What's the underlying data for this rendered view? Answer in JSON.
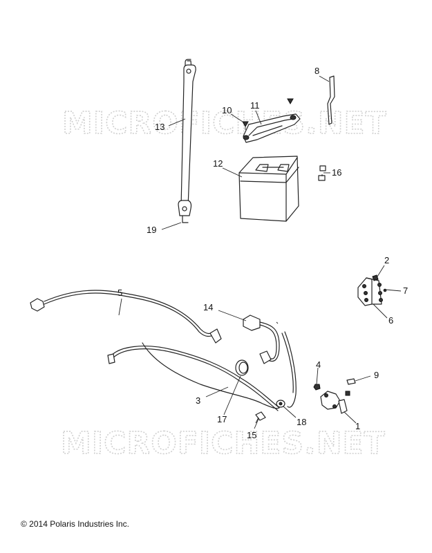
{
  "watermarks": [
    "MICROFICHES.NET",
    "MICROFICHES.NET"
  ],
  "copyright": "© 2014 Polaris Industries Inc.",
  "callouts": [
    {
      "id": "c1",
      "label": "1"
    },
    {
      "id": "c2",
      "label": "2"
    },
    {
      "id": "c3",
      "label": "3"
    },
    {
      "id": "c4",
      "label": "4"
    },
    {
      "id": "c5",
      "label": "5"
    },
    {
      "id": "c6",
      "label": "6"
    },
    {
      "id": "c7",
      "label": "7"
    },
    {
      "id": "c8",
      "label": "8"
    },
    {
      "id": "c9",
      "label": "9"
    },
    {
      "id": "c10",
      "label": "10"
    },
    {
      "id": "c11",
      "label": "11"
    },
    {
      "id": "c12",
      "label": "12"
    },
    {
      "id": "c13",
      "label": "13"
    },
    {
      "id": "c14",
      "label": "14"
    },
    {
      "id": "c15",
      "label": "15"
    },
    {
      "id": "c16",
      "label": "16"
    },
    {
      "id": "c17",
      "label": "17"
    },
    {
      "id": "c18",
      "label": "18"
    },
    {
      "id": "c19",
      "label": "19"
    }
  ]
}
